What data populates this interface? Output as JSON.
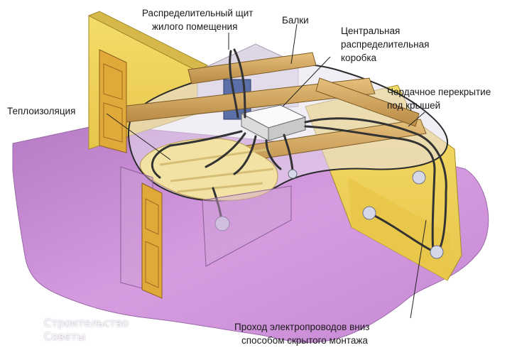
{
  "labels": {
    "panel_line1": "Распределительный щит",
    "panel_line2": "жилого помещения",
    "beams": "Балки",
    "junction_line1": "Центральная",
    "junction_line2": "распределительная",
    "junction_line3": "коробка",
    "attic_line1": "Чердачное перекрытие",
    "attic_line2": "под крышей",
    "insulation": "Теплоизоляция",
    "passage_line1": "Проход электропроводов вниз",
    "passage_line2": "способом скрытого монтажа"
  },
  "watermark": {
    "line1": "Строительство",
    "line2": "Советы"
  },
  "colors": {
    "floor": "#c98fd6",
    "wall_yellow": "#f1d55e",
    "wood": "#d9b06b",
    "insulation": "#f0dfa0",
    "wire": "#3a3a3a",
    "door": "#e1a93a"
  }
}
